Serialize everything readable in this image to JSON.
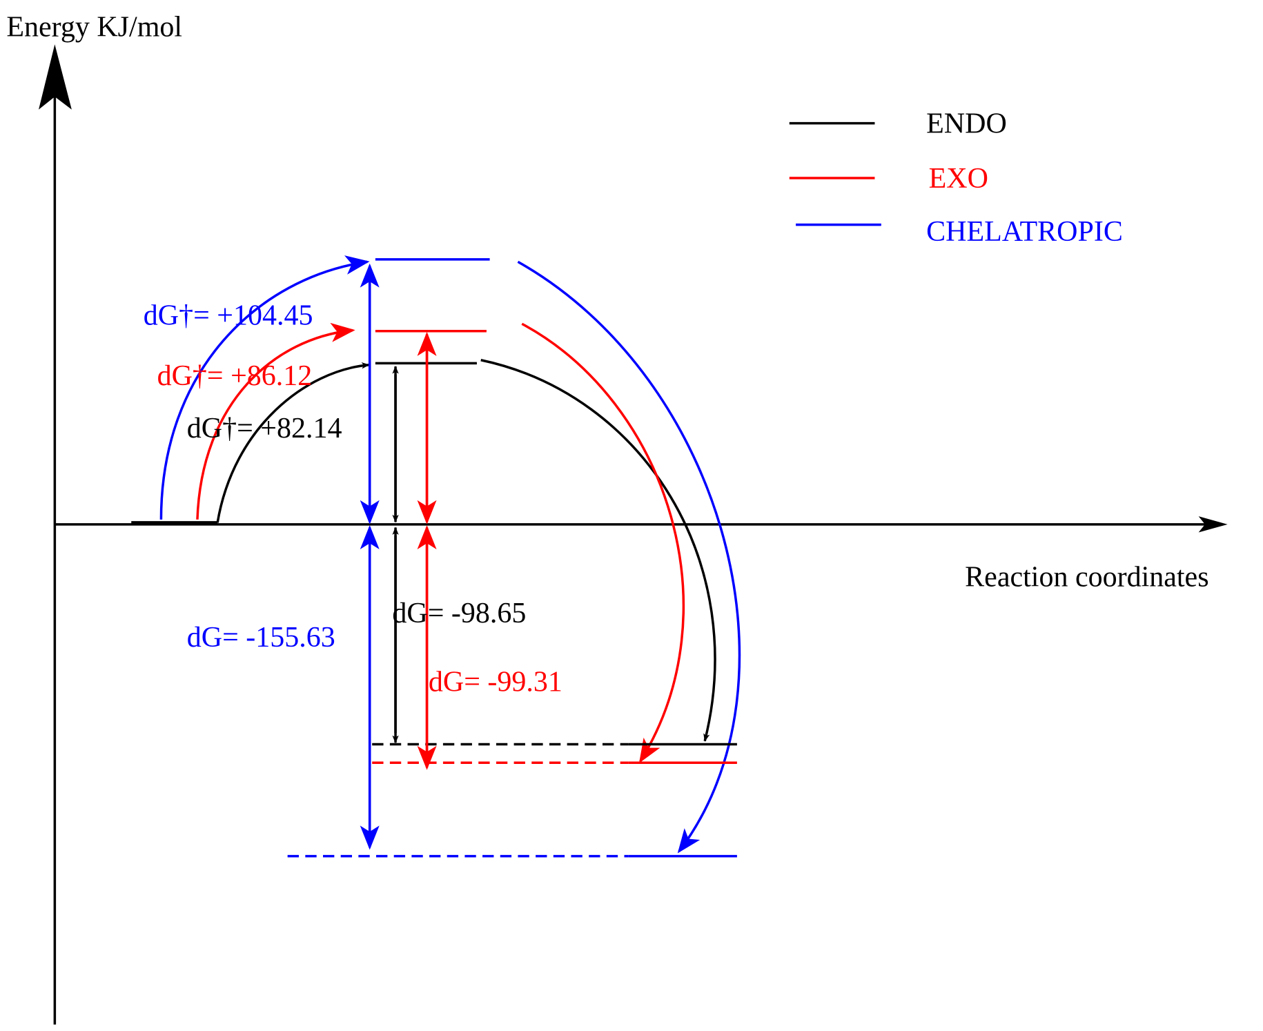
{
  "chart_data": {
    "type": "energy-profile",
    "ylabel": "Energy KJ/mol",
    "xlabel": "Reaction coordinates",
    "legend": [
      {
        "name": "ENDO",
        "color": "#000000"
      },
      {
        "name": "EXO",
        "color": "#ff0000"
      },
      {
        "name": "CHELATROPIC",
        "color": "#0000ff"
      }
    ],
    "series": [
      {
        "name": "ENDO",
        "color": "#000000",
        "activation_energy": 82.14,
        "reaction_energy": -98.65,
        "activation_label": "dG†= +82.14",
        "reaction_label": "dG= -98.65"
      },
      {
        "name": "EXO",
        "color": "#ff0000",
        "activation_energy": 86.12,
        "reaction_energy": -99.31,
        "activation_label": "dG†= +86.12",
        "reaction_label": "dG= -99.31"
      },
      {
        "name": "CHELATROPIC",
        "color": "#0000ff",
        "activation_energy": 104.45,
        "reaction_energy": -155.63,
        "activation_label": "dG†= +104.45",
        "reaction_label": "dG= -155.63"
      }
    ]
  }
}
